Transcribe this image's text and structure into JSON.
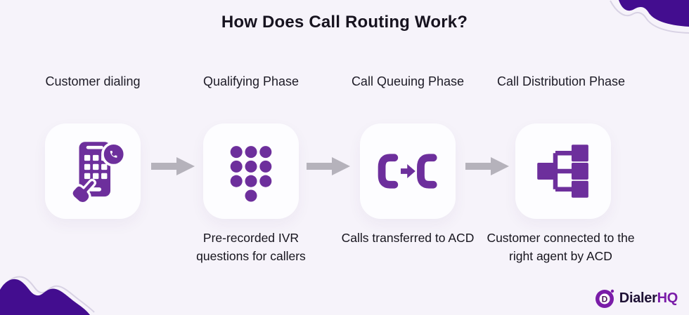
{
  "title": "How Does Call Routing Work?",
  "phases": [
    {
      "label": "Customer dialing",
      "icon": "phone-dialing-icon"
    },
    {
      "label": "Qualifying Phase",
      "icon": "ivr-keypad-icon",
      "caption": "Pre-recorded IVR questions for callers"
    },
    {
      "label": "Call Queuing Phase",
      "icon": "call-transfer-icon",
      "caption": "Calls transferred to ACD"
    },
    {
      "label": "Call Distribution Phase",
      "icon": "call-distribution-icon",
      "caption": "Customer connected to the right agent by ACD"
    }
  ],
  "logo": {
    "text_primary": "Dialer",
    "text_accent": "HQ"
  },
  "colors": {
    "background": "#f6f3fa",
    "card": "#fdfdff",
    "icon_purple": "#6d2f9c",
    "arrow_gray": "#b5b2bb",
    "blob_purple": "#430d8f",
    "title_text": "#17131f",
    "logo_purple": "#7a1ca8",
    "logo_dark": "#1f1235"
  }
}
